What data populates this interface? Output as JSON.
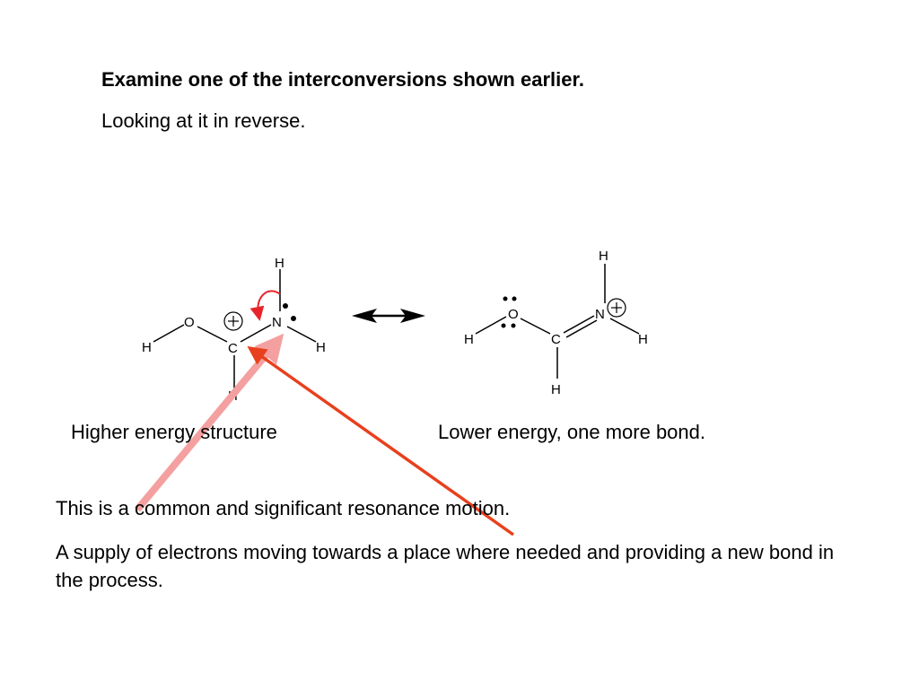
{
  "heading": "Examine one of the interconversions shown earlier.",
  "subheading": "Looking at it in reverse.",
  "captions": {
    "left": "Higher energy structure",
    "right": "Lower energy, one more bond."
  },
  "notes": {
    "line1": "This is a common and significant resonance motion.",
    "line2": "A supply of electrons moving towards a place where needed and providing a new bond in the process."
  },
  "atoms": {
    "H": "H",
    "O": "O",
    "N": "N",
    "C": "C",
    "plus": "+"
  },
  "colors": {
    "curved_arrow": "#e8242b",
    "pink_arrow": "#f4a0a0",
    "orange_arrow": "#e8401e"
  }
}
